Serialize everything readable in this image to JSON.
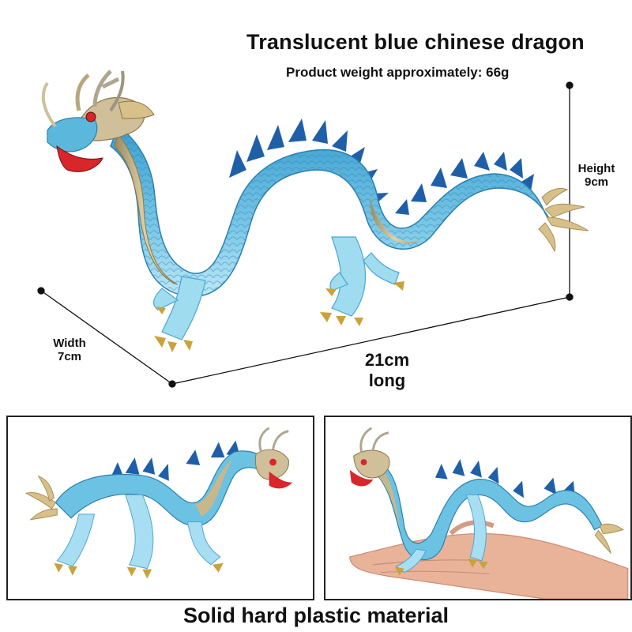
{
  "product": {
    "title": "Translucent blue chinese dragon",
    "weight_text": "Product weight approximately: 66g"
  },
  "dimensions": {
    "height": {
      "label": "Height",
      "value": "9cm"
    },
    "width": {
      "label": "Width",
      "value": "7cm"
    },
    "length": {
      "value": "21cm",
      "label": "long"
    }
  },
  "footer": {
    "material_text": "Solid hard plastic material"
  },
  "colors": {
    "dragon_blue": "#5bb8dc",
    "dragon_light": "#9fdcf0",
    "spine_dark": "#1f5fa8",
    "belly_gold": "#c9b78c",
    "claw_gold": "#c9a23a",
    "eye_red": "#d8262a",
    "skin_hand": "#e9b39a"
  }
}
